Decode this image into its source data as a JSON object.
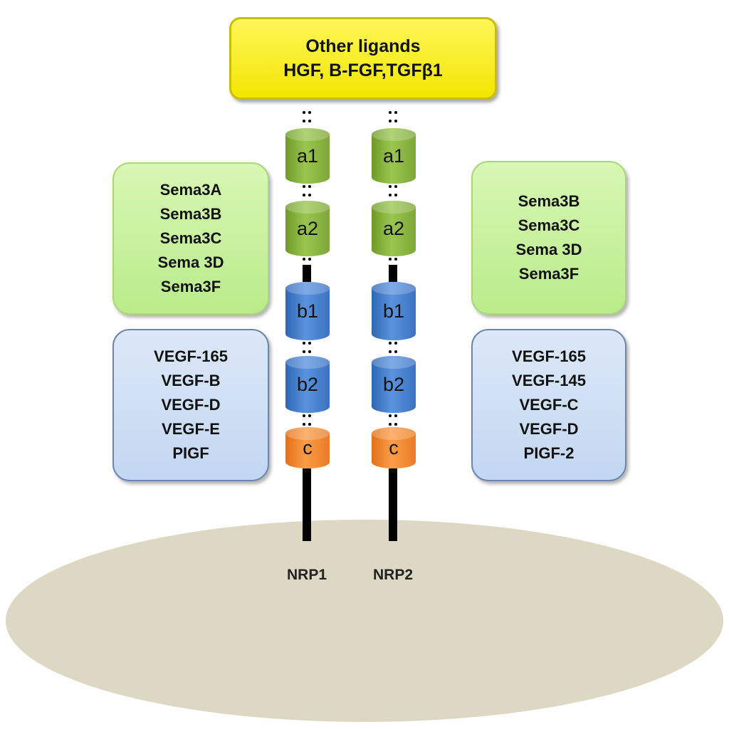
{
  "top_box": {
    "title": "Other ligands",
    "items": "HGF, B-FGF,TGFβ1"
  },
  "left_sema": [
    "Sema3A",
    "Sema3B",
    "Sema3C",
    "Sema 3D",
    "Sema3F"
  ],
  "right_sema": [
    "Sema3B",
    "Sema3C",
    "Sema 3D",
    "Sema3F"
  ],
  "left_vegf": [
    "VEGF-165",
    "VEGF-B",
    "VEGF-D",
    "VEGF-E",
    "PIGF"
  ],
  "right_vegf": [
    "VEGF-165",
    "VEGF-145",
    "VEGF-C",
    "VEGF-D",
    "PIGF-2"
  ],
  "receptors": [
    {
      "name": "NRP1",
      "domains": [
        "a1",
        "a2",
        "b1",
        "b2",
        "c"
      ]
    },
    {
      "name": "NRP2",
      "domains": [
        "a1",
        "a2",
        "b1",
        "b2",
        "c"
      ]
    }
  ],
  "colors": {
    "a_domains": "#8cb842",
    "b_domains": "#4a82cc",
    "c_domain": "#f58a33",
    "sema_box": "#c6f19c",
    "vegf_box": "#cddff5",
    "top_box": "#f7ee1a",
    "membrane": "#dcd8c3"
  }
}
